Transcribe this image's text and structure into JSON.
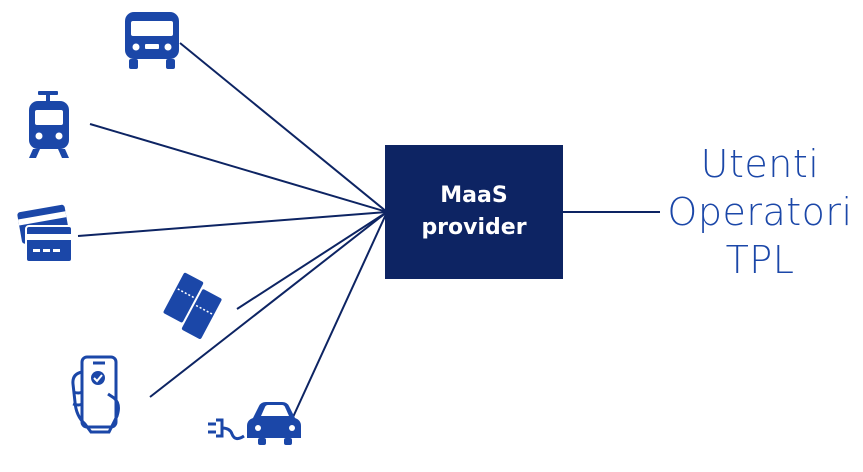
{
  "colors": {
    "accent": "#0d2463",
    "icon": "#1b47a8",
    "text": "#1b47a8",
    "background": "#ffffff"
  },
  "hub": {
    "line1": "MaaS",
    "line2": "provider"
  },
  "stakeholders": [
    "Utenti",
    "Operatori",
    "TPL"
  ],
  "icons": [
    "bus-icon",
    "train-icon",
    "credit-card-icon",
    "tickets-icon",
    "smartphone-hand-icon",
    "electric-car-icon"
  ]
}
